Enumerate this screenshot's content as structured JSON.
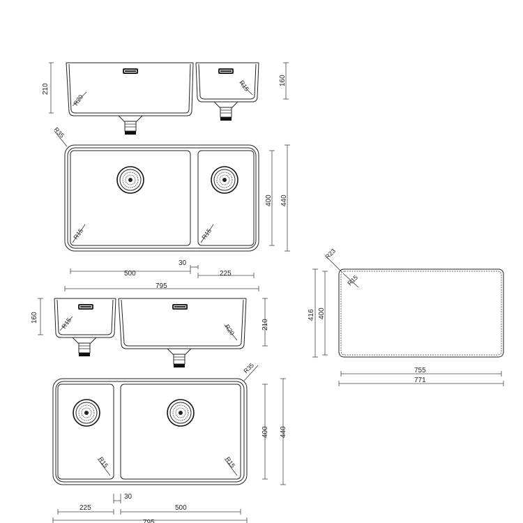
{
  "dimensions": {
    "d_210": "210",
    "d_160": "160",
    "d_r20": "R20",
    "d_r15": "R15",
    "d_r35": "R35",
    "d_400": "400",
    "d_440": "440",
    "d_30": "30",
    "d_500": "500",
    "d_225": "225",
    "d_795": "795",
    "d_r23": "R23",
    "d_416": "416",
    "d_755": "755",
    "d_771": "771"
  },
  "colors": {
    "line": "#222222",
    "background": "#ffffff"
  },
  "icons": [
    "drain-icon",
    "overflow-badge-icon",
    "waste-outlet-icon"
  ]
}
